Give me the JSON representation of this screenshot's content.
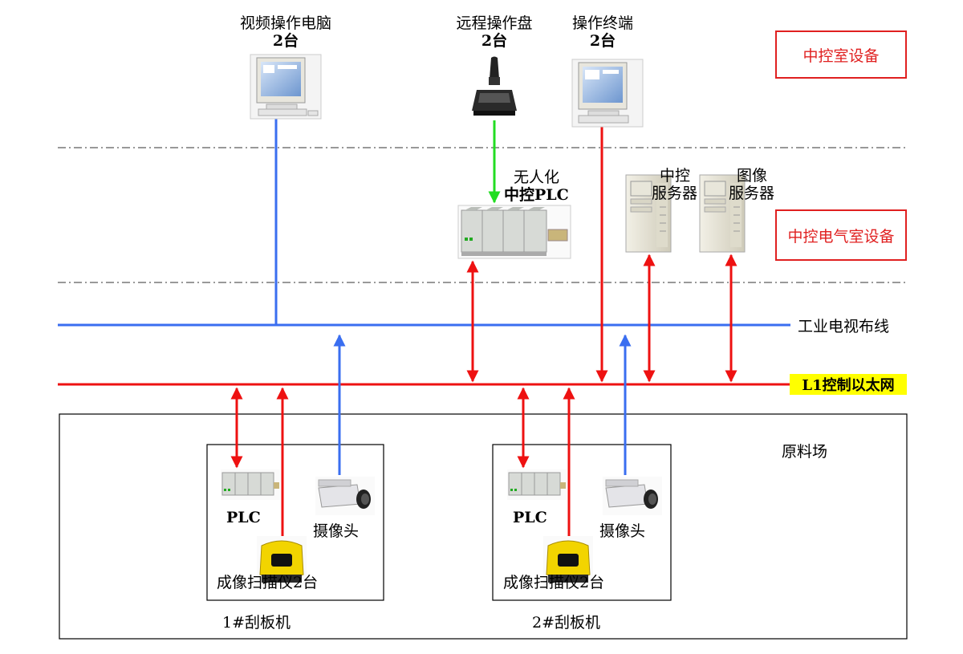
{
  "devices": {
    "video_pc": {
      "line1": "视频操作电脑",
      "line2": "2台"
    },
    "remote_panel": {
      "line1": "远程操作盘",
      "line2": "2台"
    },
    "op_terminal": {
      "line1": "操作终端",
      "line2": "2台"
    },
    "unmanned_plc": {
      "line1": "无人化",
      "line2": "中控PLC"
    },
    "control_server": {
      "line1": "中控",
      "line2": "服务器"
    },
    "image_server": {
      "line1": "图像",
      "line2": "服务器"
    }
  },
  "zones": {
    "control_room": "中控室设备",
    "electrical_room": "中控电气室设备",
    "raw_yard": "原料场"
  },
  "networks": {
    "cctv": "工业电视布线",
    "l1": "L1控制以太网"
  },
  "scrapers": [
    {
      "title": "1#刮板机",
      "plc": "PLC",
      "camera": "摄像头",
      "scanner": "成像扫描仪2台"
    },
    {
      "title": "2#刮板机",
      "plc": "PLC",
      "camera": "摄像头",
      "scanner": "成像扫描仪2台"
    }
  ],
  "colors": {
    "red_link": "#ee1111",
    "blue_link": "#3a6ef0",
    "green_link": "#22dd22",
    "zone_border": "#e02020",
    "l1_highlight": "#ffff00"
  }
}
